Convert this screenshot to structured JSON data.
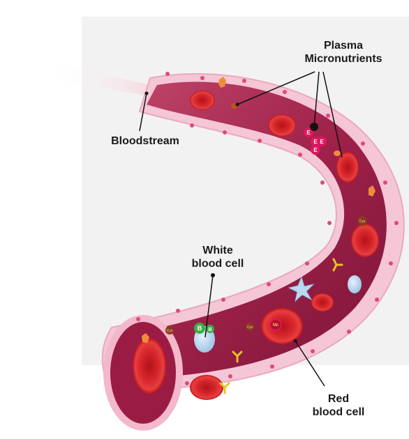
{
  "labels": {
    "plasma_line1": "Plasma",
    "plasma_line2": "Micronutrients",
    "bloodstream": "Bloodstream",
    "wbc_line1": "White",
    "wbc_line2": "blood cell",
    "rbc_line1": "Red",
    "rbc_line2": "blood cell"
  },
  "markers": {
    "vitamin_e": "E",
    "vitamin_b": "B",
    "cysteine": "Cys",
    "magnesium": "Mc"
  },
  "colors": {
    "panel": "#f2f2f2",
    "vessel_wall": "#f5c6d6",
    "vessel_lumen": "#a3294f",
    "red_cell": "#d21f26",
    "white_cell": "#b9d7ee",
    "vitamin_e": "#e0175f",
    "vitamin_b": "#3dae49",
    "antibody": "#e8c227",
    "arrow": "#f0cdd6"
  }
}
